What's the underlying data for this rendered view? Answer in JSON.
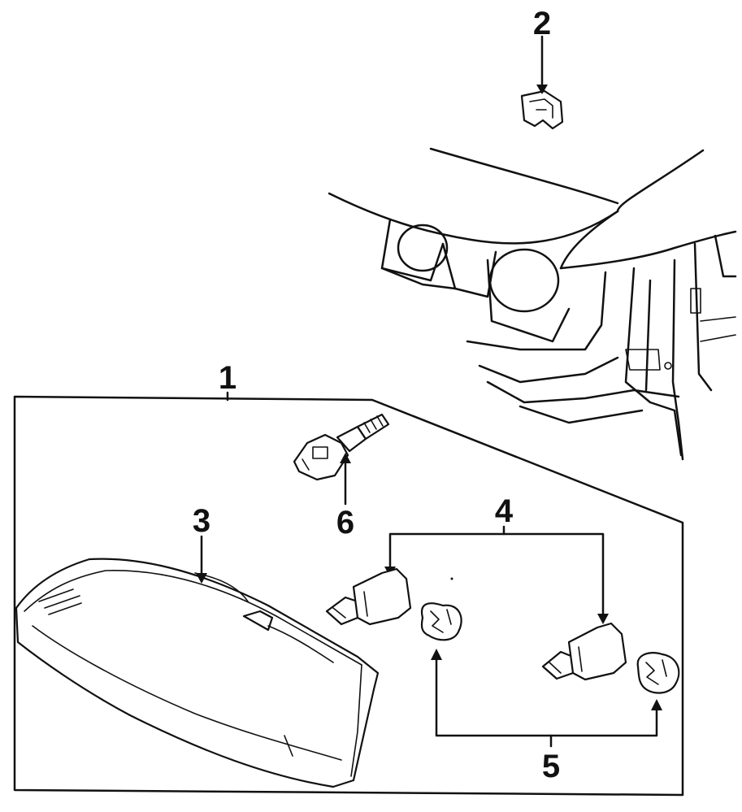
{
  "callouts": {
    "c1": "1",
    "c2": "2",
    "c3": "3",
    "c4": "4",
    "c5": "5",
    "c6": "6"
  },
  "parts": {
    "p1": "headlamp-assembly",
    "p2": "clip",
    "p3": "lens-housing",
    "p4": "bulb",
    "p5": "socket",
    "p6": "side-marker-bulb"
  }
}
